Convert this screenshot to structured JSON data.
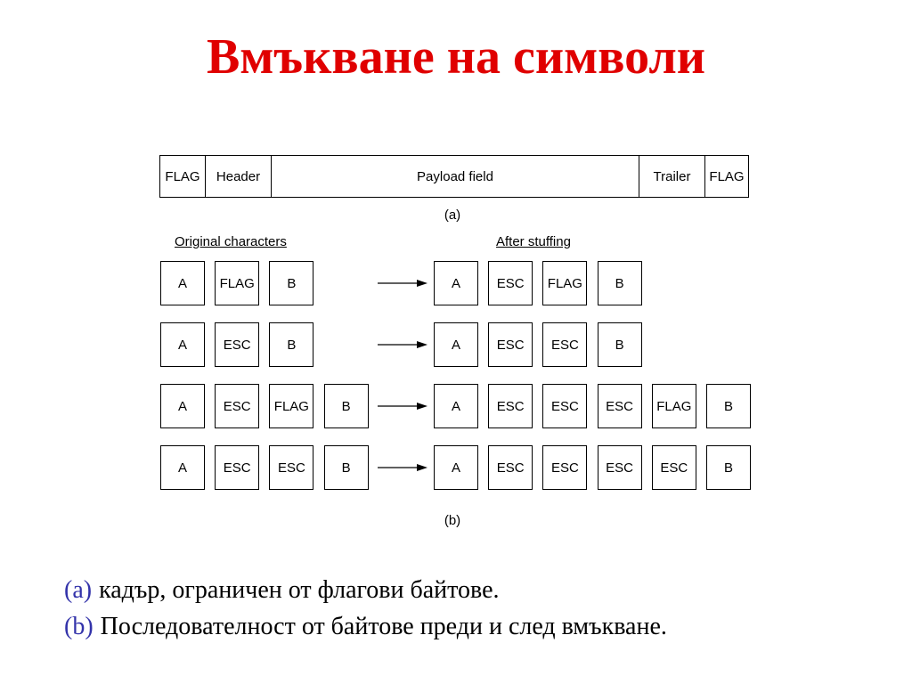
{
  "title": "Вмъкване на символи",
  "colors": {
    "title": "#e00000",
    "caption_tag": "#3333aa",
    "text": "#000000"
  },
  "frame": {
    "fields": [
      {
        "label": "FLAG"
      },
      {
        "label": "Header"
      },
      {
        "label": "Payload field"
      },
      {
        "label": "Trailer"
      },
      {
        "label": "FLAG"
      }
    ],
    "label": "(a)"
  },
  "stuffing": {
    "original_heading": "Original characters",
    "after_heading": "After stuffing",
    "rows": [
      {
        "original": [
          "A",
          "FLAG",
          "B"
        ],
        "after": [
          "A",
          "ESC",
          "FLAG",
          "B"
        ]
      },
      {
        "original": [
          "A",
          "ESC",
          "B"
        ],
        "after": [
          "A",
          "ESC",
          "ESC",
          "B"
        ]
      },
      {
        "original": [
          "A",
          "ESC",
          "FLAG",
          "B"
        ],
        "after": [
          "A",
          "ESC",
          "ESC",
          "ESC",
          "FLAG",
          "B"
        ]
      },
      {
        "original": [
          "A",
          "ESC",
          "ESC",
          "B"
        ],
        "after": [
          "A",
          "ESC",
          "ESC",
          "ESC",
          "ESC",
          "B"
        ]
      }
    ],
    "label": "(b)"
  },
  "captions": [
    {
      "tag": "(a)",
      "text": "кадър, ограничен от флагови байтове."
    },
    {
      "tag": "(b)",
      "text": "Последователност от байтове преди и след вмъкване."
    }
  ]
}
